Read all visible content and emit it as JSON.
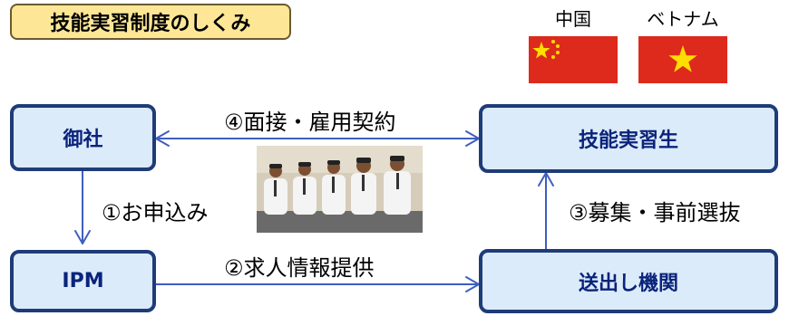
{
  "title": "技能実習制度のしくみ",
  "flags": [
    {
      "label": "中国",
      "icon": "china-flag-icon"
    },
    {
      "label": "ベトナム",
      "icon": "vietnam-flag-icon"
    }
  ],
  "boxes": {
    "company": "御社",
    "trainee": "技能実習生",
    "ipm": "IPM",
    "agency": "送出し機関"
  },
  "steps": {
    "step1": "①お申込み",
    "step2": "②求人情報提供",
    "step3": "③募集・事前選抜",
    "step4": "④面接・雇用契約"
  },
  "colors": {
    "box_border": "#1f3b78",
    "box_fill": "#dcebfa",
    "box_text": "#0a237b",
    "title_fill": "#fde797",
    "arrow": "#3f5ec0"
  }
}
